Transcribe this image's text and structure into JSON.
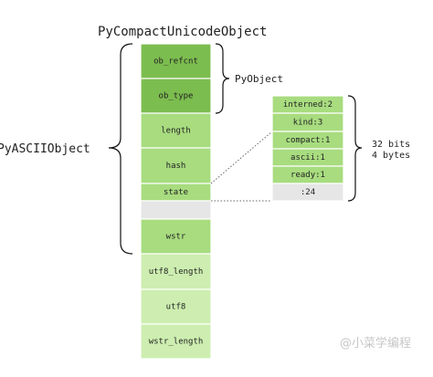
{
  "diagram": {
    "title": "PyCompactUnicodeObject",
    "left_label": "PyASCIIObject",
    "pyobject_label": "PyObject",
    "bits_label": [
      "32 bits",
      "4 bytes"
    ],
    "fields": [
      {
        "label": "ob_refcnt",
        "style": "dark"
      },
      {
        "label": "ob_type",
        "style": "dark"
      },
      {
        "label": "length",
        "style": "mid"
      },
      {
        "label": "hash",
        "style": "mid"
      },
      {
        "label": "state",
        "style": "mid"
      },
      {
        "label": "",
        "style": "gray"
      },
      {
        "label": "wstr",
        "style": "mid"
      },
      {
        "label": "utf8_length",
        "style": "light"
      },
      {
        "label": "utf8",
        "style": "light"
      },
      {
        "label": "wstr_length",
        "style": "light"
      }
    ],
    "state_bits": [
      {
        "label": "interned:2",
        "style": "mid"
      },
      {
        "label": "kind:3",
        "style": "mid"
      },
      {
        "label": "compact:1",
        "style": "mid"
      },
      {
        "label": "ascii:1",
        "style": "mid"
      },
      {
        "label": "ready:1",
        "style": "mid"
      },
      {
        "label": ":24",
        "style": "gray"
      }
    ],
    "watermark": "@小菜学编程",
    "colors": {
      "dark": "#7cbd4f",
      "mid": "#a8dc7f",
      "light": "#cdeeb0",
      "gray": "#e6e6e6",
      "stroke": "#ffffff",
      "text": "#222222",
      "bracket": "#111111",
      "dotted": "#666666",
      "watermark": "#c7c7c7"
    }
  }
}
